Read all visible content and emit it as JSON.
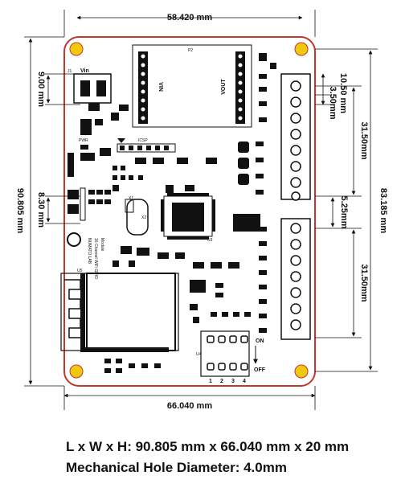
{
  "dimensions": {
    "top_width": "58.420 mm",
    "bottom_width": "66.040 mm",
    "left_height": "90.805 mm",
    "left_small": "9.00 mm",
    "left_mid": "8.30 mm",
    "right_total": "83.185 mm",
    "right_upper_span": "31.50mm",
    "right_lower_span": "31.50mm",
    "right_gap": "5.25mm",
    "right_pitch": "10.50 mm",
    "right_small": "3.50mm"
  },
  "board_labels": {
    "p2": "P2",
    "vin": "VIN",
    "vout": "VOUT",
    "j1": "J1",
    "vin_header": "Vin",
    "icsp": "ICSP",
    "pwr": "PWR",
    "u3": "U3",
    "u4": "U4",
    "u5": "U5",
    "x1": "X1",
    "x2": "X2",
    "on": "ON",
    "off": "OFF",
    "dip_1": "1",
    "dip_2": "2",
    "dip_3": "3",
    "dip_4": "4",
    "brand_1": "NUMATO LAB",
    "brand_2": "16 Channel WiFi GPIO",
    "brand_3": "Module"
  },
  "caption": {
    "line1": "L x W x H: 90.805 mm x 66.040 mm x 20 mm",
    "line2": "Mechanical Hole Diameter: 4.0mm"
  },
  "colors": {
    "board_outline": "#c0392b",
    "mount_hole": "#f2c80f",
    "component": "#111111",
    "dimension_line": "#111111"
  }
}
